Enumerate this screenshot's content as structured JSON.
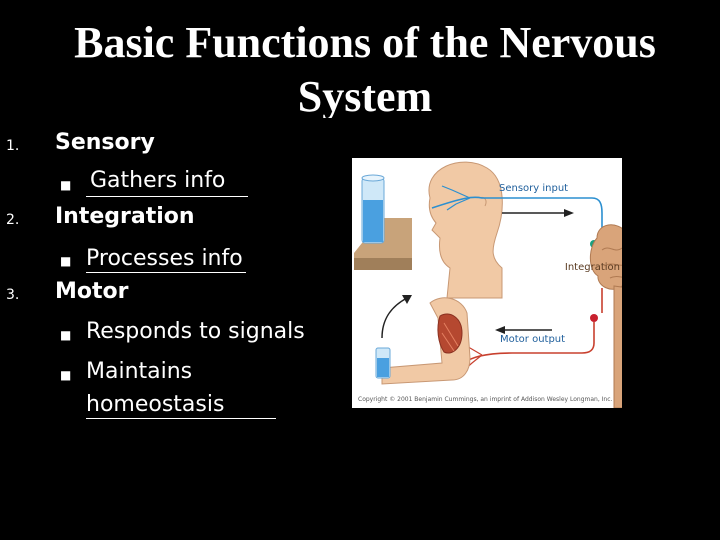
{
  "slide": {
    "title": "Basic Functions of the Nervous System",
    "items": [
      {
        "number": "1.",
        "heading": "Sensory",
        "bullets": [
          "Gathers info"
        ]
      },
      {
        "number": "2.",
        "heading": "Integration",
        "bullets": [
          "Processes info"
        ]
      },
      {
        "number": "3.",
        "heading": "Motor",
        "bullets": [
          "Responds to signals",
          "Maintains",
          "homeostasis"
        ]
      }
    ]
  },
  "figure": {
    "sensory_label": "Sensory input",
    "integration_label": "Integration",
    "motor_label": "Motor output",
    "credit": "Copyright © 2001 Benjamin Cummings, an imprint of Addison Wesley Longman, Inc."
  }
}
